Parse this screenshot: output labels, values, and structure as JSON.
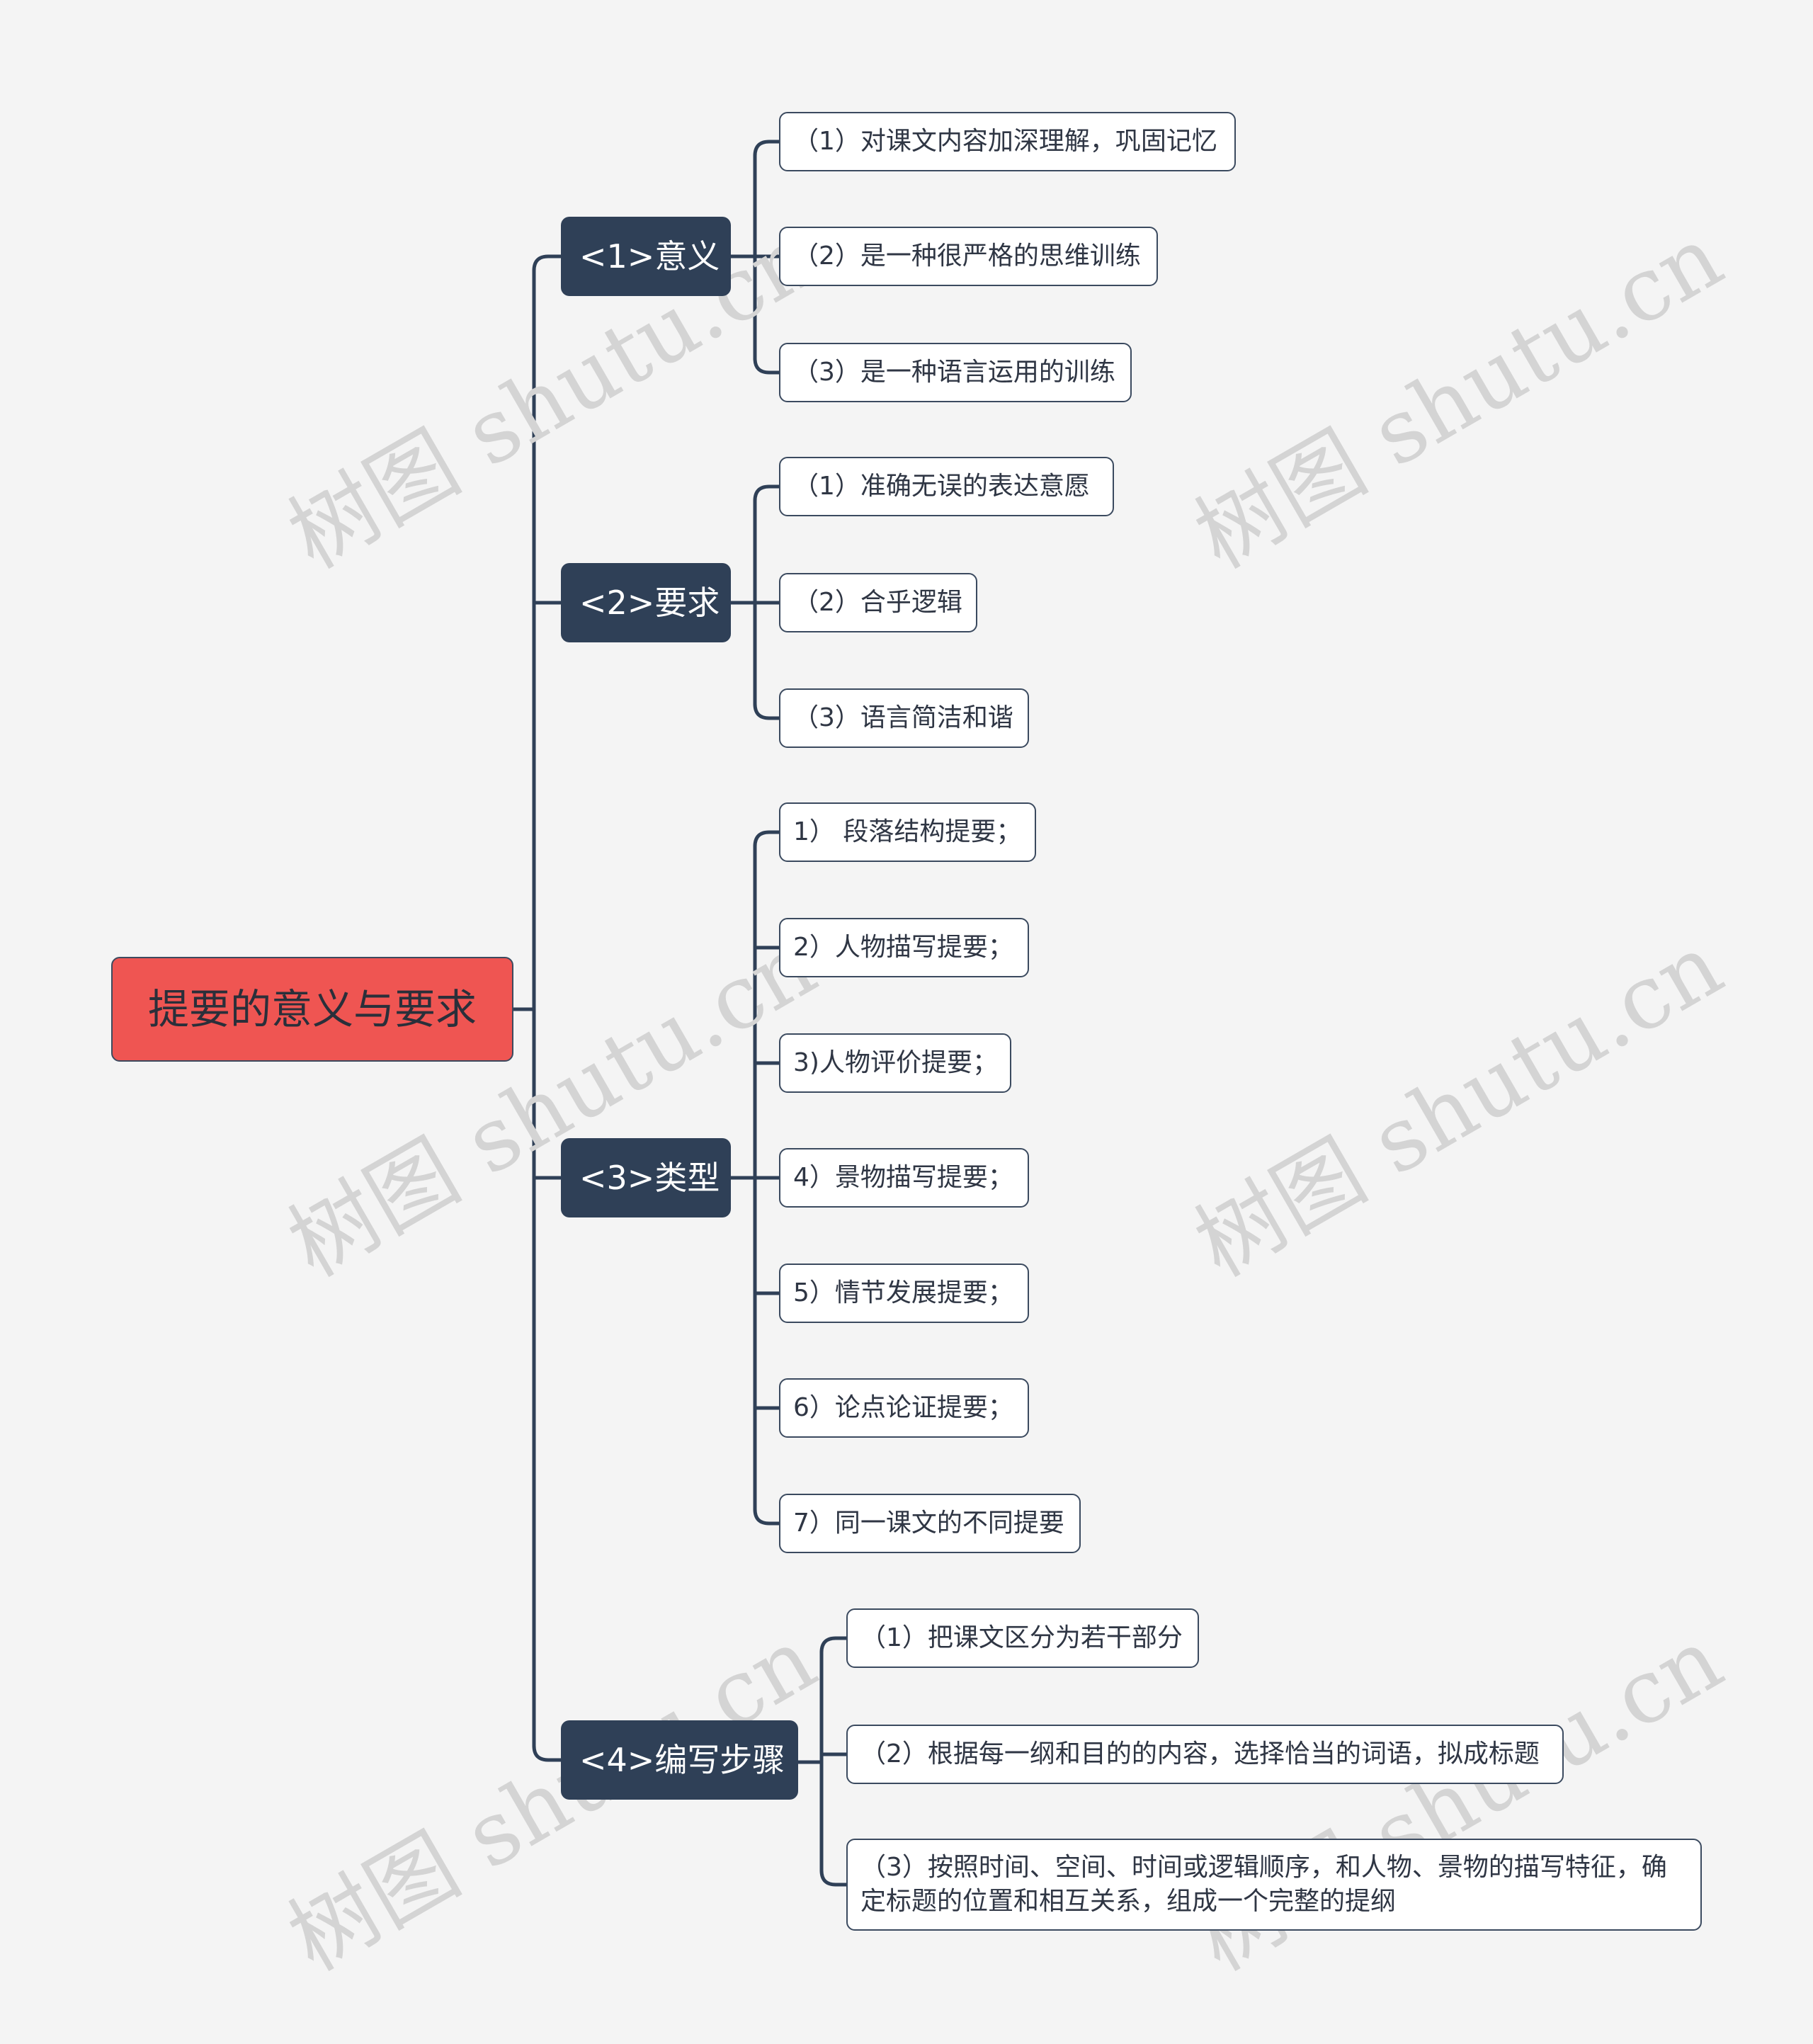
{
  "watermark": "树图 shutu.cn",
  "colors": {
    "root": "#ef5552",
    "branch": "#2f4057",
    "line": "#2f4057",
    "leaf_border": "#3b4a5f"
  },
  "root": {
    "label": "提要的意义与要求"
  },
  "branches": [
    {
      "label": "<1>意义",
      "children": [
        "（1）对课文内容加深理解，巩固记忆",
        "（2）是一种很严格的思维训练",
        "（3）是一种语言运用的训练"
      ]
    },
    {
      "label": "<2>要求",
      "children": [
        "（1）准确无误的表达意愿",
        "（2）合乎逻辑",
        "（3）语言简洁和谐"
      ]
    },
    {
      "label": "<3>类型",
      "children": [
        "1） 段落结构提要；",
        "2）人物描写提要；",
        "3)人物评价提要；",
        "4）景物描写提要；",
        "5）情节发展提要；",
        "6）论点论证提要；",
        "7）同一课文的不同提要"
      ]
    },
    {
      "label": "<4>编写步骤",
      "children": [
        "（1）把课文区分为若干部分",
        "（2）根据每一纲和目的的内容，选择恰当的词语，拟成标题",
        "（3）按照时间、空间、时间或逻辑顺序，和人物、景物的描写特征，确定标题的位置和相互关系，组成一个完整的提纲"
      ]
    }
  ]
}
